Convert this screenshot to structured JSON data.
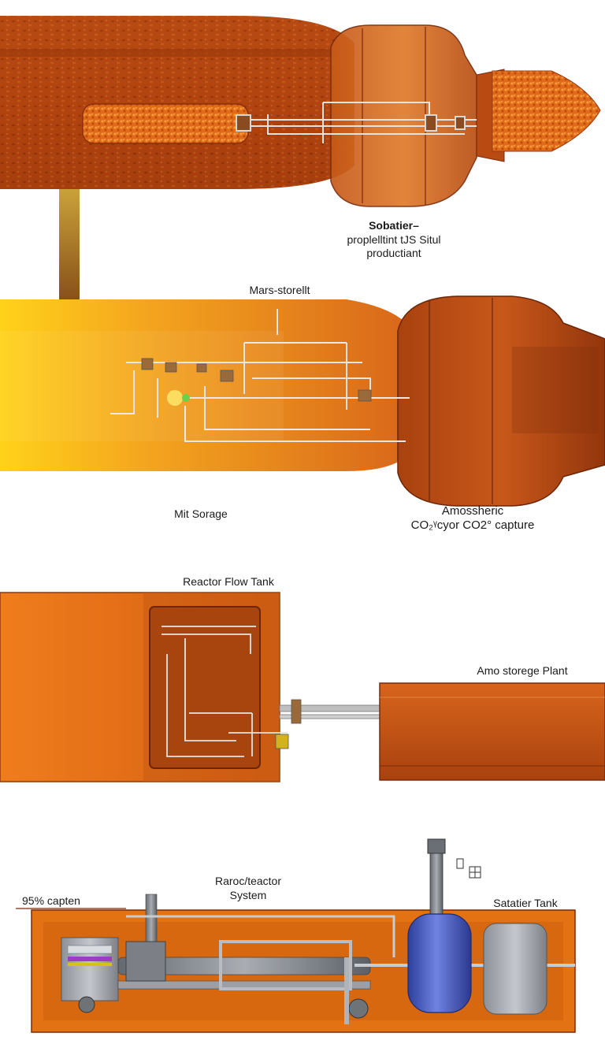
{
  "colors": {
    "rust": "#b84a12",
    "rust_dark": "#7a2a0a",
    "orange": "#e8751a",
    "amber": "#f6a51c",
    "yellow": "#ffd21a",
    "pipe": "#d8d8d8",
    "steel": "#8a8f96",
    "blue_tank": "#5a6fd0"
  },
  "labels": {
    "sabatier_line1": "Sobatier–",
    "sabatier_line2": "proplelltint tJS Situl",
    "sabatier_line3": "productiant",
    "mars_storage_top": "Mars-storellt",
    "mit_storage": "Mit Sorage",
    "atmospheric_line1": "Amossheric",
    "atmospheric_line2": "CO₂ᵞcyor CO2° capture",
    "reactor_flow_tank": "Reactor Flow Tank",
    "amo_storage_plant": "Amo storege Plant",
    "reactor_system_line1": "Raroc/teactor",
    "reactor_system_line2": "System",
    "capture_rate": "95% capten",
    "satatier_tank": "Satatier Tank",
    "gauge_marks": "□ ⊞"
  }
}
